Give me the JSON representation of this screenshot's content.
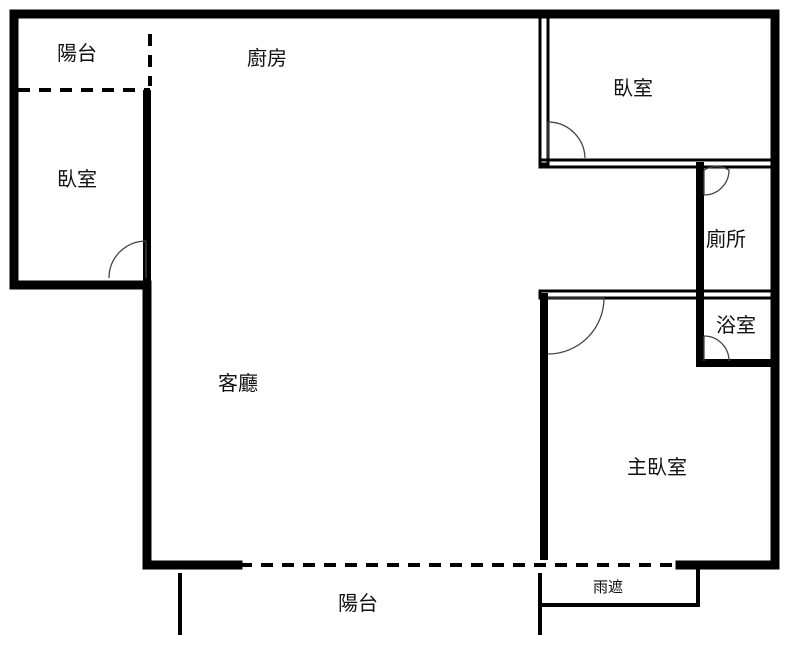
{
  "labels": {
    "balcony_top": "陽台",
    "kitchen": "廚房",
    "bedroom_top_right": "臥室",
    "bedroom_left": "臥室",
    "toilet": "廁所",
    "bathroom": "浴室",
    "living_room": "客廳",
    "master_bedroom": "主臥室",
    "balcony_bottom": "陽台",
    "canopy": "雨遮"
  },
  "colors": {
    "wall": "#000000",
    "door_arc": "#555555",
    "background": "#ffffff"
  }
}
